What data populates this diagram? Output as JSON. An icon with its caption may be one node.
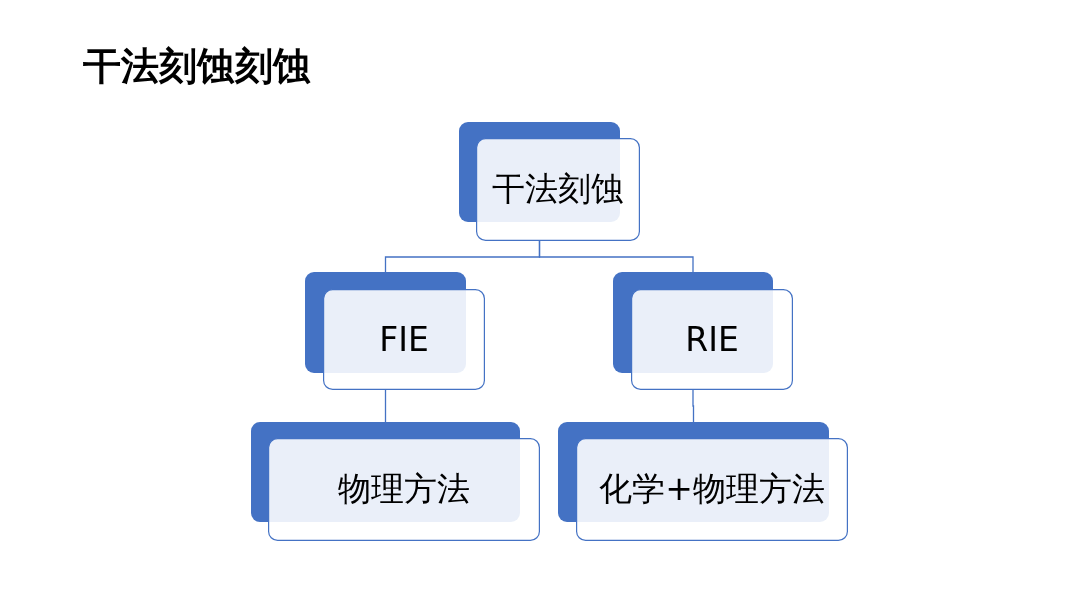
{
  "diagram": {
    "title": "干法刻蚀刻蚀",
    "nodes": [
      {
        "text": [
          "干法刻蚀"
        ]
      },
      {
        "text": [
          "FIE"
        ]
      },
      {
        "text": [
          "RIE"
        ]
      },
      {
        "text": [
          "物理方法"
        ]
      },
      {
        "text": [
          "化学+物理方法"
        ]
      }
    ],
    "edges": [
      {
        "from": 0,
        "to": 1,
        "arrow": "none"
      },
      {
        "from": 0,
        "to": 2,
        "arrow": "none"
      },
      {
        "from": 1,
        "to": 3,
        "arrow": "none"
      },
      {
        "from": 2,
        "to": 4,
        "arrow": "none"
      }
    ]
  }
}
